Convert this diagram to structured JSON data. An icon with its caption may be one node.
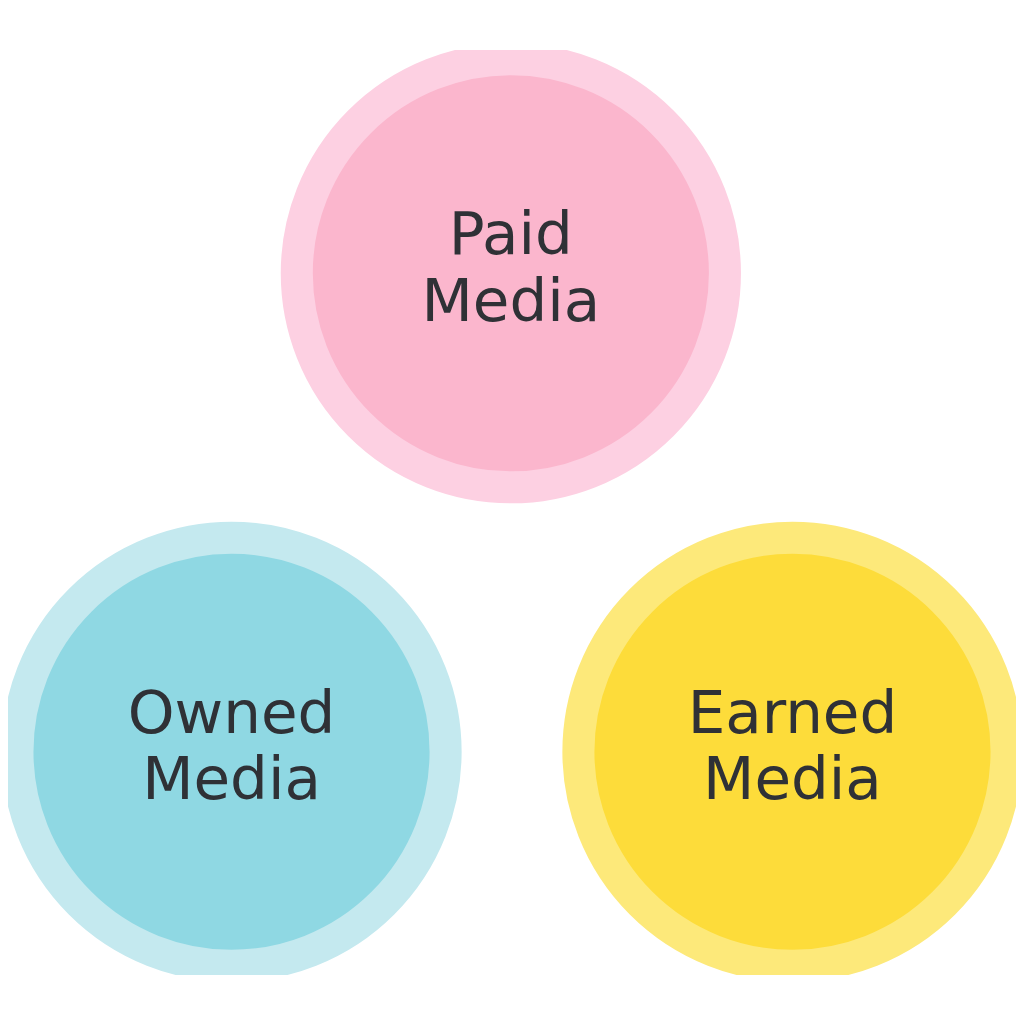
{
  "diagram": {
    "nodes": [
      {
        "text": [
          "Paid Media"
        ]
      },
      {
        "text": [
          "Owned Media"
        ]
      },
      {
        "text": [
          "Earned Media"
        ]
      }
    ]
  }
}
